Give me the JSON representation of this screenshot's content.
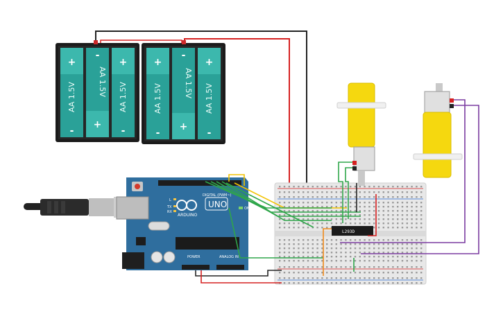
{
  "battery_packs": [
    {
      "cells": [
        {
          "label": "AA 1.5V",
          "terminal_top": "+",
          "terminal_bottom": "-"
        },
        {
          "label": "AA 1.5V",
          "terminal_top": "-",
          "terminal_bottom": "+"
        },
        {
          "label": "AA 1.5V",
          "terminal_top": "+",
          "terminal_bottom": "-"
        }
      ]
    },
    {
      "cells": [
        {
          "label": "AA 1.5V",
          "terminal_top": "+",
          "terminal_bottom": "-"
        },
        {
          "label": "AA 1.5V",
          "terminal_top": "-",
          "terminal_bottom": "+"
        },
        {
          "label": "AA 1.5V",
          "terminal_top": "+",
          "terminal_bottom": "-"
        }
      ]
    }
  ],
  "arduino": {
    "logo_text": "ARDUINO",
    "model_text": "UNO",
    "digital_header_label": "DIGITAL (PWM~)",
    "power_label": "POWER",
    "analog_label": "ANALOG IN",
    "tx_label": "TX",
    "rx_label": "RX",
    "l_label": "L",
    "on_label": "ON"
  },
  "driver_chip": {
    "label": "L293D"
  },
  "colors": {
    "battery_teal": "#2aa198",
    "battery_dark": "#1b1b1b",
    "arduino_blue": "#2f6e9e",
    "motor_yellow": "#f5d80f",
    "breadboard": "#e8e8e8",
    "wire_red": "#d62020",
    "wire_black": "#222222",
    "wire_green": "#2fa64a",
    "wire_purple": "#7a3aa0",
    "wire_orange": "#f08a1a",
    "wire_yellow": "#f2c200"
  }
}
